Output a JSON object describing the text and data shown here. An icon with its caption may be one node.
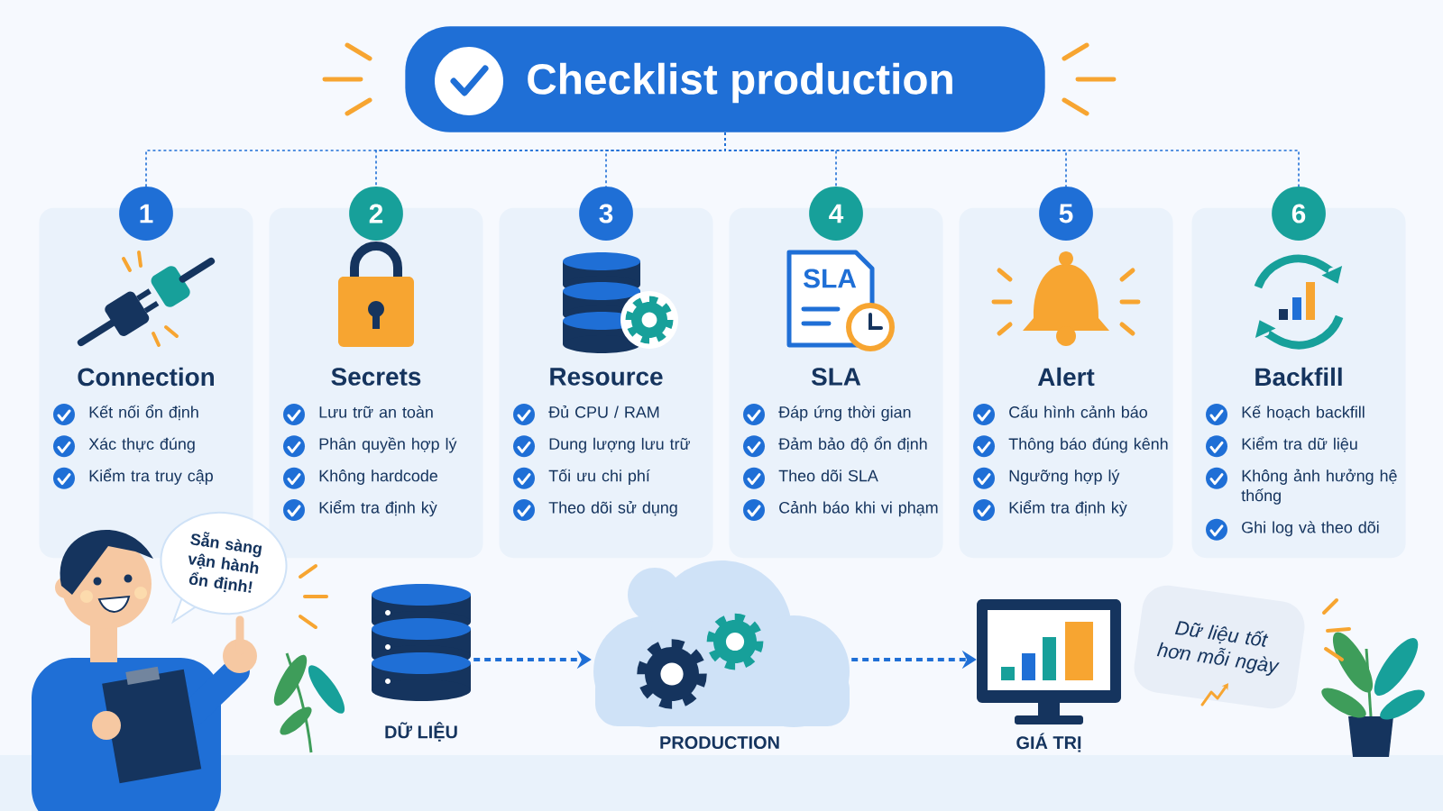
{
  "diagram": {
    "nodes": [
      {
        "text": [
          "Checklist production"
        ]
      },
      {
        "text": [
          "1",
          "Connection",
          "Kết nối ổn định",
          "Xác thực đúng",
          "Kiểm tra truy cập"
        ]
      },
      {
        "text": [
          "2",
          "Secrets",
          "Lưu trữ an toàn",
          "Phân quyền hợp lý",
          "Không hardcode",
          "Kiểm tra định kỳ"
        ]
      },
      {
        "text": [
          "3",
          "Resource",
          "Đủ CPU / RAM",
          "Dung lượng lưu trữ",
          "Tối ưu chi phí",
          "Theo dõi sử dụng"
        ]
      },
      {
        "text": [
          "4",
          "SLA",
          "Đáp ứng thời gian",
          "Đảm bảo độ ổn định",
          "Theo dõi SLA",
          "Cảnh báo khi vi phạm"
        ]
      },
      {
        "text": [
          "5",
          "Alert",
          "Cấu hình cảnh báo",
          "Thông báo đúng kênh",
          "Ngưỡng hợp lý",
          "Kiểm tra định kỳ"
        ]
      },
      {
        "text": [
          "6",
          "Backfill",
          "Kế hoạch backfill",
          "Kiểm tra dữ liệu",
          "Không ảnh hưởng hệ thống",
          "Ghi log và theo dõi"
        ]
      },
      {
        "text": [
          "Sẵn sàng vận hành ổn định!"
        ]
      },
      {
        "text": [
          "DỮ LIỆU"
        ]
      },
      {
        "text": [
          "PRODUCTION"
        ]
      },
      {
        "text": [
          "GIÁ TRỊ"
        ]
      },
      {
        "text": [
          "Dữ liệu tốt hơn mỗi ngày"
        ]
      }
    ],
    "edges": [
      {
        "from": 0,
        "to": 1,
        "arrow": "none",
        "style": "dashed"
      },
      {
        "from": 0,
        "to": 2,
        "arrow": "none",
        "style": "dashed"
      },
      {
        "from": 0,
        "to": 3,
        "arrow": "none",
        "style": "dashed"
      },
      {
        "from": 0,
        "to": 4,
        "arrow": "none",
        "style": "dashed"
      },
      {
        "from": 0,
        "to": 5,
        "arrow": "none",
        "style": "dashed"
      },
      {
        "from": 0,
        "to": 6,
        "arrow": "none",
        "style": "dashed"
      },
      {
        "from": 8,
        "to": 9,
        "arrow": "to",
        "style": "dashed"
      },
      {
        "from": 9,
        "to": 10,
        "arrow": "to",
        "style": "dashed"
      }
    ],
    "labels": [
      "SLA"
    ]
  }
}
